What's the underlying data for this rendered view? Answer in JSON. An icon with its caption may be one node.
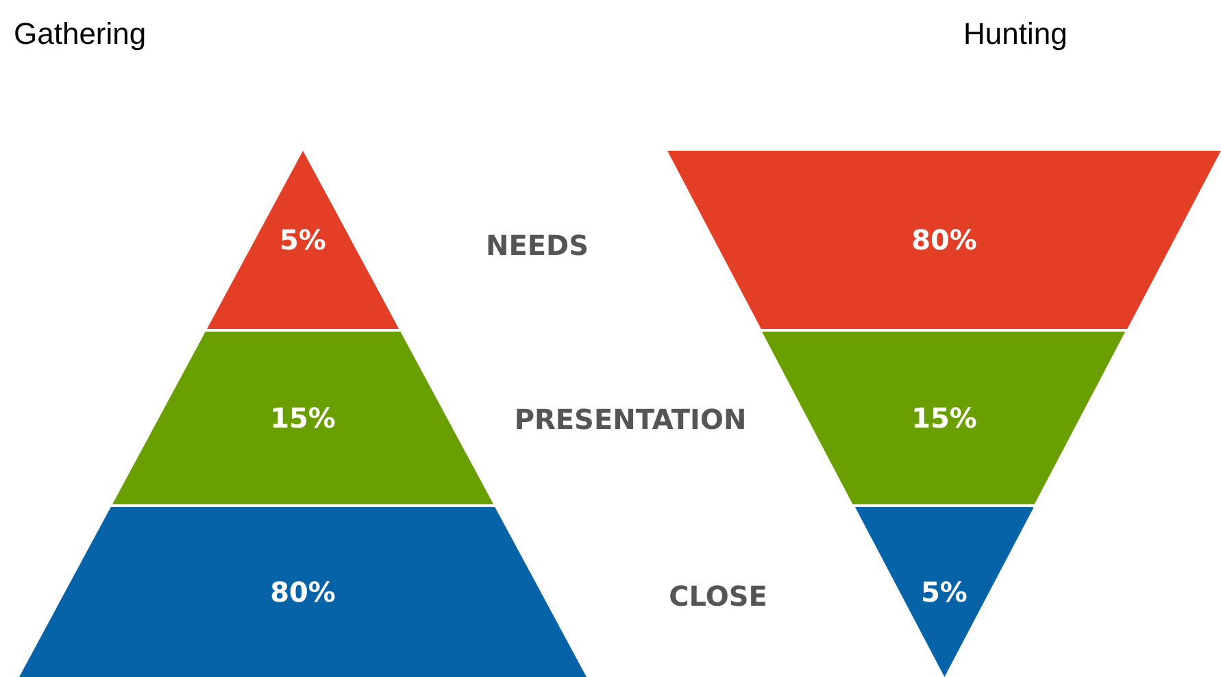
{
  "diagram": {
    "nodes": [
      {
        "text": [
          "5%"
        ]
      },
      {
        "text": [
          "15%"
        ]
      },
      {
        "text": [
          "80%"
        ]
      },
      {
        "text": [
          "80%"
        ]
      },
      {
        "text": [
          "15%"
        ]
      },
      {
        "text": [
          "5%"
        ]
      }
    ],
    "labels": [
      "Gathering",
      "Hunting",
      "NEEDS",
      "PRESENTATION",
      "CLOSE"
    ]
  }
}
